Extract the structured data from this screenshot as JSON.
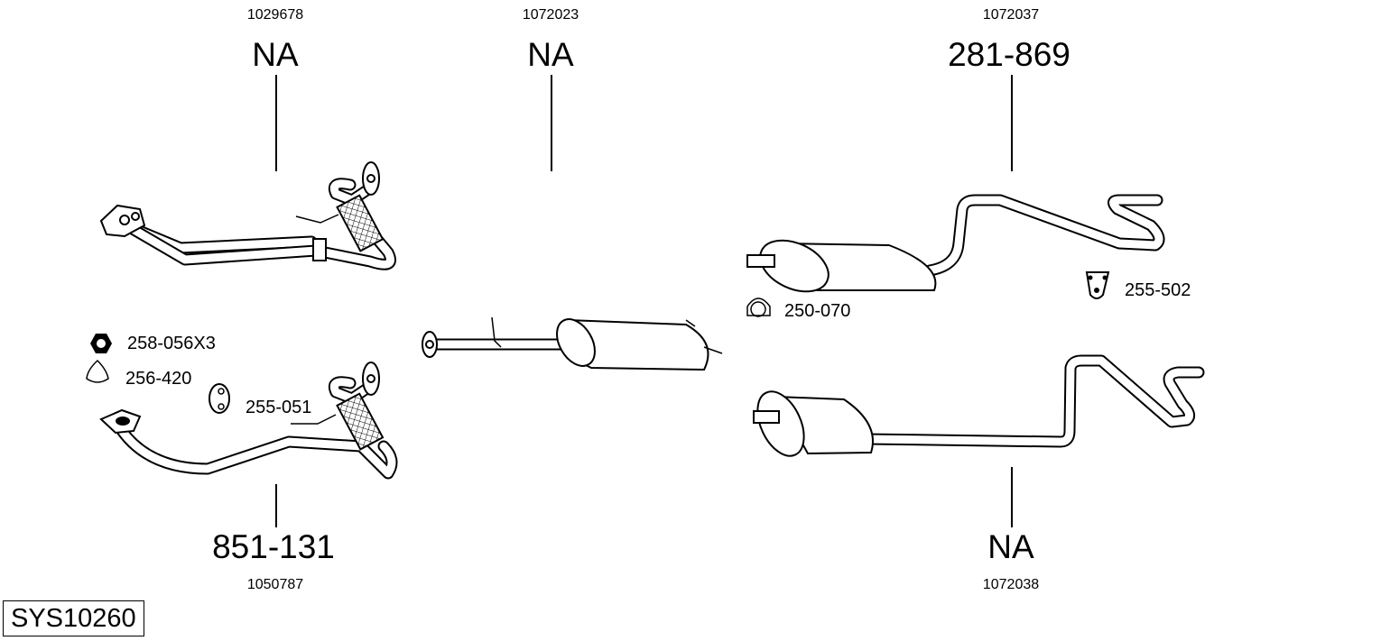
{
  "diagram_code": "SYS10260",
  "parts": [
    {
      "ref": "1029678",
      "code": "NA"
    },
    {
      "ref": "1072023",
      "code": "NA"
    },
    {
      "ref": "1072037",
      "code": "281-869"
    },
    {
      "ref": "1050787",
      "code": "851-131"
    },
    {
      "ref": "1072038",
      "code": "NA"
    }
  ],
  "accessories": [
    {
      "code": "258-056X3",
      "icon": "hex-nut-icon"
    },
    {
      "code": "256-420",
      "icon": "gasket-icon"
    },
    {
      "code": "255-051",
      "icon": "rubber-hanger-icon"
    },
    {
      "code": "250-070",
      "icon": "pipe-clamp-icon"
    },
    {
      "code": "255-502",
      "icon": "mounting-bracket-icon"
    }
  ]
}
